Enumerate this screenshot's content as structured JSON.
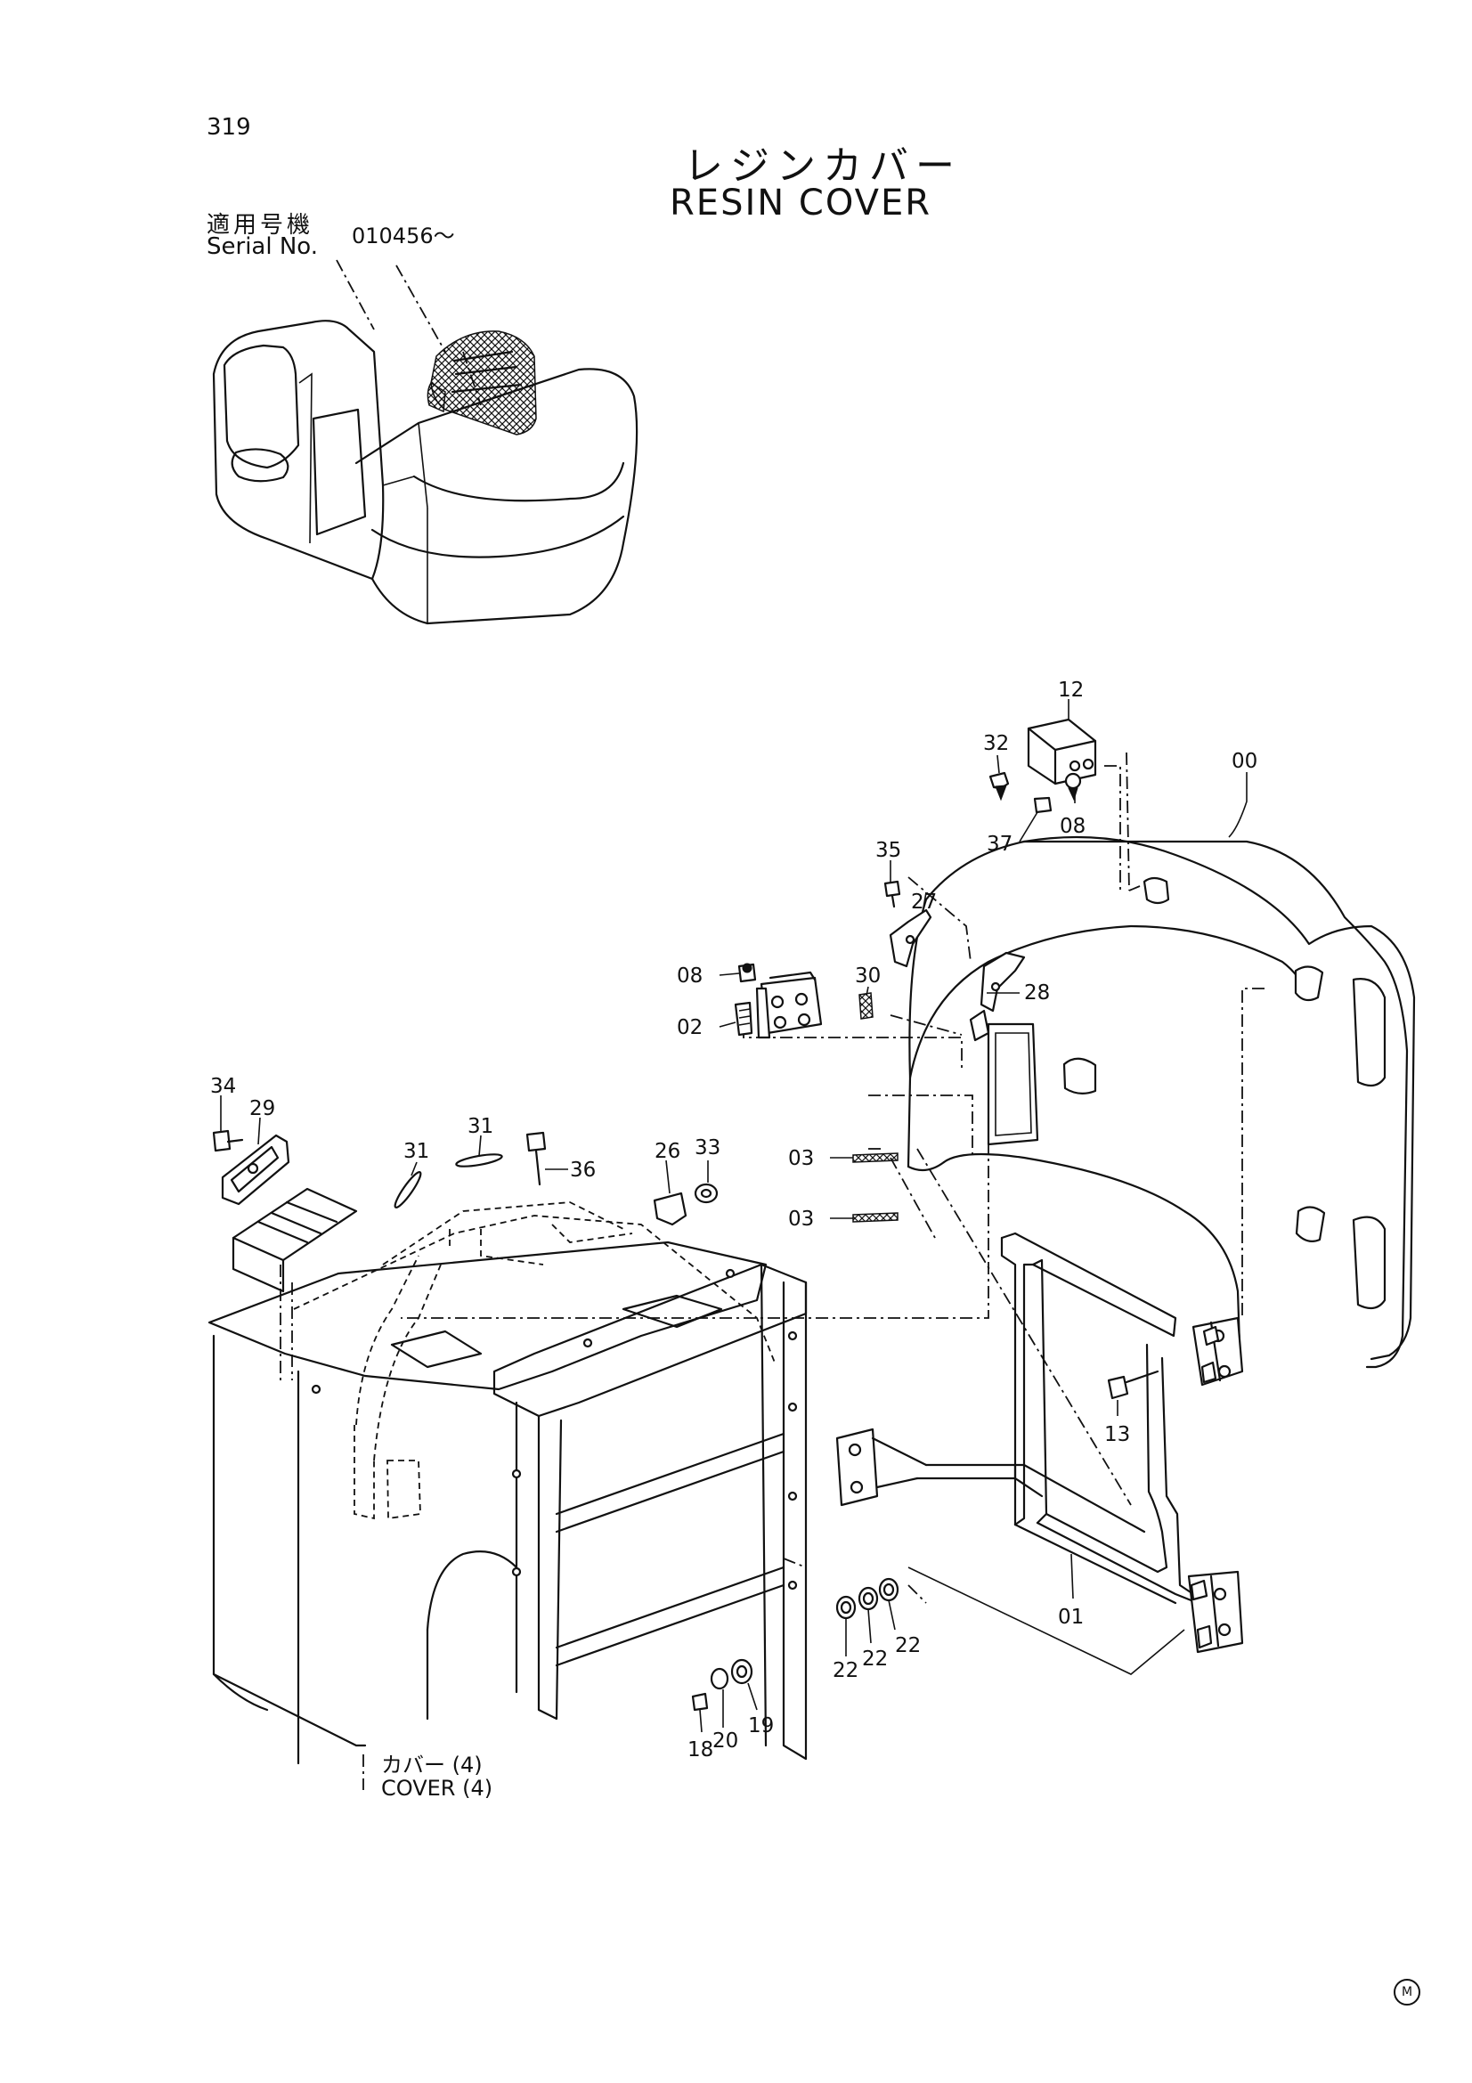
{
  "page_number": "319",
  "title_jp": "レジンカバー",
  "title_en": "RESIN COVER",
  "serial": {
    "label_jp": "適用号機",
    "label_en": "Serial No.",
    "value": "010456～"
  },
  "cover_ref": {
    "label_jp": "カバー (4)",
    "label_en": "COVER (4)"
  },
  "corner_mark": "M",
  "part_labels": {
    "p00": "00",
    "p01": "01",
    "p02": "02",
    "p03a": "03",
    "p03b": "03",
    "p08a": "08",
    "p08b": "08",
    "p12": "12",
    "p13": "13",
    "p18": "18",
    "p19": "19",
    "p20": "20",
    "p22a": "22",
    "p22b": "22",
    "p22c": "22",
    "p26": "26",
    "p27": "27",
    "p28": "28",
    "p29": "29",
    "p30": "30",
    "p31a": "31",
    "p31b": "31",
    "p32": "32",
    "p33": "33",
    "p34": "34",
    "p35": "35",
    "p36": "36",
    "p37": "37"
  }
}
